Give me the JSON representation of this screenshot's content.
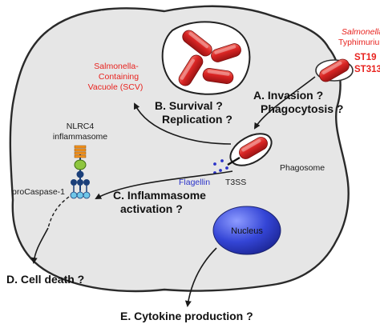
{
  "colors": {
    "cell_fill": "#e6e6e6",
    "cell_stroke": "#2a2a2a",
    "bacteria_red": "#d92524",
    "nucleus_blue": "#2f3ed0",
    "flagellin_blue": "#2b33c9",
    "green_domain": "#8ec63f",
    "orange_domain": "#f7941d",
    "navy_domain": "#1b3f7a",
    "cyan_domain": "#6fc6e8"
  },
  "labels": {
    "salmonella_species": "Salmonella",
    "typhimurium": "Typhimurium",
    "strain1": "ST19",
    "strain2": "ST313",
    "scv_line1": "Salmonella-",
    "scv_line2": "Containing",
    "scv_line3": "Vacuole (SCV)",
    "nlrc4_line1": "NLRC4",
    "nlrc4_line2": "inflammasome",
    "procaspase": "proCaspase-1",
    "flagellin": "Flagellin",
    "t3ss": "T3SS",
    "phagosome": "Phagosome",
    "nucleus": "Nucleus"
  },
  "steps": {
    "a_line1": "A. Invasion ?",
    "a_line2": "Phagocytosis ?",
    "b_line1": "B. Survival ?",
    "b_line2": "Replication ?",
    "c_line1": "C. Inflammasome",
    "c_line2": "activation ?",
    "d": "D. Cell death ?",
    "e": "E. Cytokine production ?"
  }
}
